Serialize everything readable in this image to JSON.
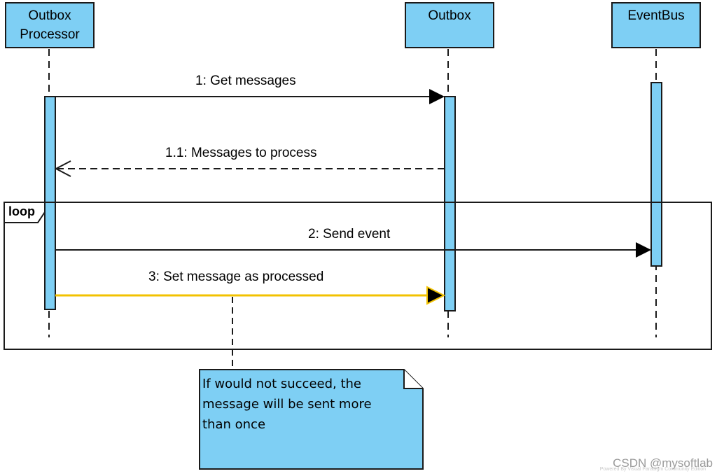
{
  "colors": {
    "lifeline_fill": "#7ecff4",
    "outline": "#1a1a1a",
    "highlight_message": "#f2c200",
    "note_fill": "#7ecff4"
  },
  "lifelines": {
    "outbox_processor": {
      "line1": "Outbox",
      "line2": "Processor"
    },
    "outbox": {
      "label": "Outbox"
    },
    "event_bus": {
      "label": "EventBus"
    }
  },
  "messages": {
    "m1": "1: Get messages",
    "m1_1": "1.1: Messages to process",
    "m2": "2: Send event",
    "m3": "3: Set message as processed"
  },
  "loop_fragment": {
    "label": "loop"
  },
  "note": {
    "line1": "If would not succeed, the",
    "line2": "message will be sent more",
    "line3": "than once"
  },
  "watermark": {
    "text": "CSDN @mysoftlab",
    "powered_by": "Powered By  Visual Paradigm Community Edition"
  }
}
